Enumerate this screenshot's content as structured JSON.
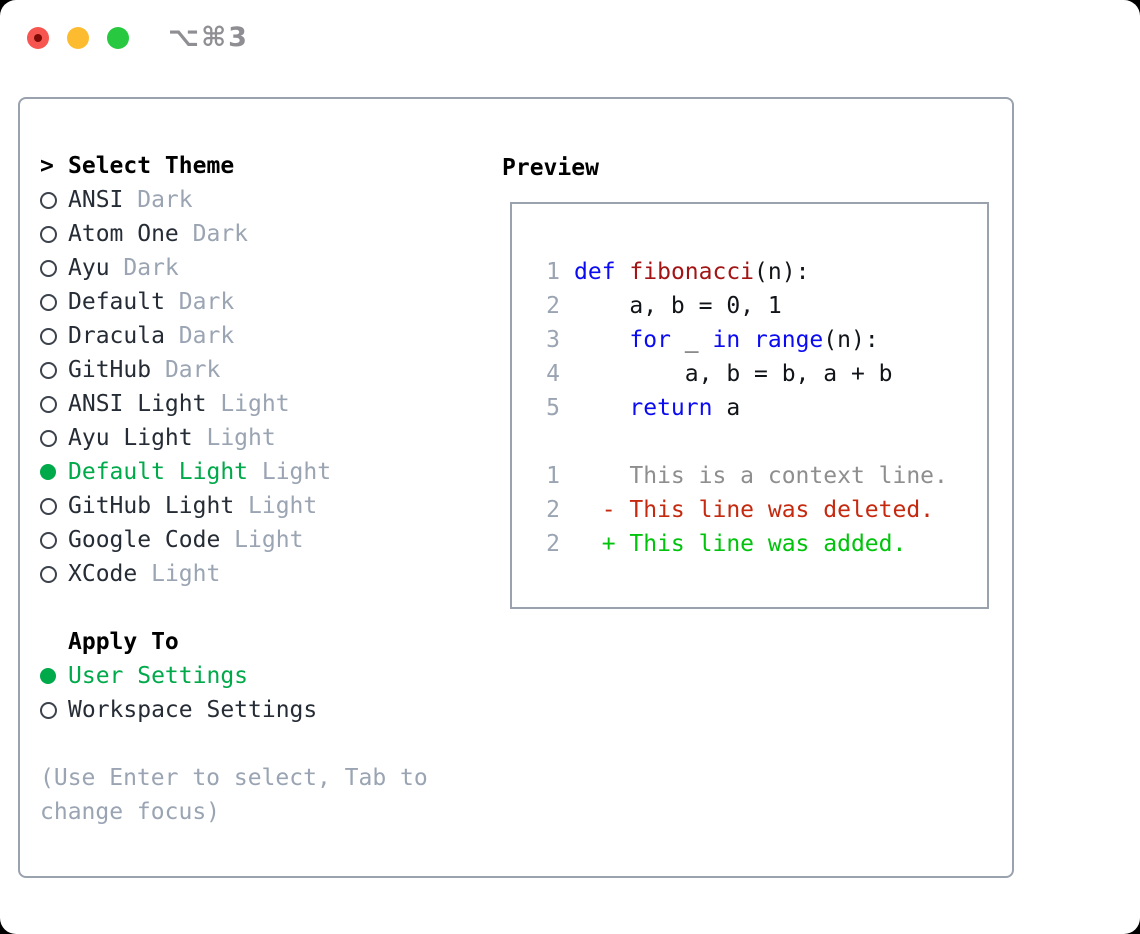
{
  "window": {
    "title": "⌥⌘3"
  },
  "colors": {
    "accent_green": "#00a94a",
    "diff_added_green": "#00c30b",
    "diff_deleted_red": "#c5290f",
    "keyword_blue": "#0b0bf2",
    "function_red": "#a31515",
    "muted_gray": "#9aa4b2",
    "context_gray": "#8e8e8e",
    "text_dark": "#262c35",
    "border_gray": "#9aa2ae",
    "title_gray": "#8e8e93",
    "traffic_red": "#f6564f",
    "traffic_yellow": "#fdbc2f",
    "traffic_green": "#28c840"
  },
  "theme_picker": {
    "prompt": ">",
    "heading": "Select Theme",
    "themes": [
      {
        "name": "ANSI",
        "variant": "Dark",
        "selected": false
      },
      {
        "name": "Atom One",
        "variant": "Dark",
        "selected": false
      },
      {
        "name": "Ayu",
        "variant": "Dark",
        "selected": false
      },
      {
        "name": "Default",
        "variant": "Dark",
        "selected": false
      },
      {
        "name": "Dracula",
        "variant": "Dark",
        "selected": false
      },
      {
        "name": "GitHub",
        "variant": "Dark",
        "selected": false
      },
      {
        "name": "ANSI Light",
        "variant": "Light",
        "selected": false
      },
      {
        "name": "Ayu Light",
        "variant": "Light",
        "selected": false
      },
      {
        "name": "Default Light",
        "variant": "Light",
        "selected": true
      },
      {
        "name": "GitHub Light",
        "variant": "Light",
        "selected": false
      },
      {
        "name": "Google Code",
        "variant": "Light",
        "selected": false
      },
      {
        "name": "XCode",
        "variant": "Light",
        "selected": false
      }
    ],
    "apply_to": {
      "heading": "Apply To",
      "options": [
        {
          "label": "User Settings",
          "selected": true
        },
        {
          "label": "Workspace Settings",
          "selected": false
        }
      ]
    },
    "help_text": "(Use Enter to select, Tab to change focus)"
  },
  "preview": {
    "heading": "Preview",
    "code_lines": [
      {
        "num": "1",
        "kind": "code",
        "tokens": [
          {
            "t": "def",
            "c": "keyword"
          },
          {
            "t": " ",
            "c": "plain"
          },
          {
            "t": "fibonacci",
            "c": "function"
          },
          {
            "t": "(n):",
            "c": "plain"
          }
        ]
      },
      {
        "num": "2",
        "kind": "code",
        "tokens": [
          {
            "t": "    a, b = 0, 1",
            "c": "plain"
          }
        ]
      },
      {
        "num": "3",
        "kind": "code",
        "tokens": [
          {
            "t": "    ",
            "c": "plain"
          },
          {
            "t": "for",
            "c": "keyword"
          },
          {
            "t": " _ ",
            "c": "plain"
          },
          {
            "t": "in",
            "c": "keyword"
          },
          {
            "t": " ",
            "c": "plain"
          },
          {
            "t": "range",
            "c": "keyword"
          },
          {
            "t": "(n):",
            "c": "plain"
          }
        ]
      },
      {
        "num": "4",
        "kind": "code",
        "tokens": [
          {
            "t": "        a, b = b, a + b",
            "c": "plain"
          }
        ]
      },
      {
        "num": "5",
        "kind": "code",
        "tokens": [
          {
            "t": "    ",
            "c": "plain"
          },
          {
            "t": "return",
            "c": "keyword"
          },
          {
            "t": " a",
            "c": "plain"
          }
        ]
      },
      {
        "num": "",
        "kind": "blank",
        "tokens": []
      },
      {
        "num": "1",
        "kind": "context",
        "tokens": [
          {
            "t": "    This is a context line.",
            "c": "context"
          }
        ]
      },
      {
        "num": "2",
        "kind": "deleted",
        "tokens": [
          {
            "t": "  - This line was deleted.",
            "c": "deleted"
          }
        ]
      },
      {
        "num": "2",
        "kind": "added",
        "tokens": [
          {
            "t": "  + This line was added.",
            "c": "added"
          }
        ]
      }
    ]
  }
}
